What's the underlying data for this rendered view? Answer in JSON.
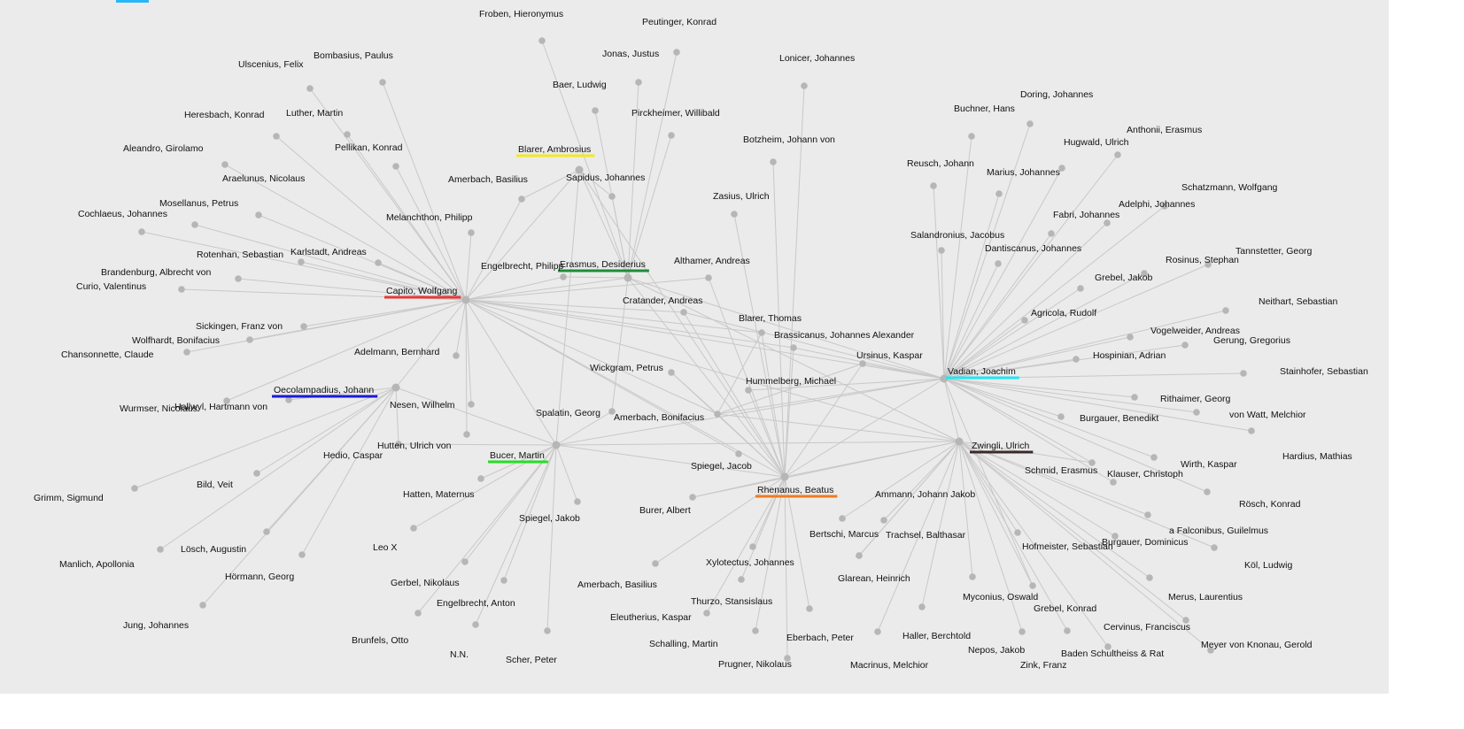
{
  "hubs": [
    {
      "id": "capito",
      "label": "Capito, Wolfgang",
      "color": "#e53935"
    },
    {
      "id": "oeco",
      "label": "Oecolampadius, Johann",
      "color": "#1a1ad6"
    },
    {
      "id": "bucer",
      "label": "Bucer, Martin",
      "color": "#22e022"
    },
    {
      "id": "blarerA",
      "label": "Blarer, Ambrosius",
      "color": "#f2ea1c"
    },
    {
      "id": "erasmus",
      "label": "Erasmus, Desiderius",
      "color": "#1e8c3a"
    },
    {
      "id": "vadian",
      "label": "Vadian, Joachim",
      "color": "#22e6f0"
    },
    {
      "id": "zwingli",
      "label": "Zwingli, Ulrich",
      "color": "#3a2a2a"
    },
    {
      "id": "rhenanus",
      "label": "Rhenanus, Beatus",
      "color": "#f07a22"
    }
  ],
  "nodes": [
    {
      "id": "froben",
      "label": "Froben, Hieronymus"
    },
    {
      "id": "peutinger",
      "label": "Peutinger, Konrad"
    },
    {
      "id": "jonas",
      "label": "Jonas, Justus"
    },
    {
      "id": "lonicer",
      "label": "Lonicer, Johannes"
    },
    {
      "id": "ulscenius",
      "label": "Ulscenius, Felix"
    },
    {
      "id": "bombasius",
      "label": "Bombasius, Paulus"
    },
    {
      "id": "baer",
      "label": "Baer, Ludwig"
    },
    {
      "id": "pirckheimer",
      "label": "Pirckheimer, Willibald"
    },
    {
      "id": "heresbach",
      "label": "Heresbach, Konrad"
    },
    {
      "id": "luther",
      "label": "Luther, Martin"
    },
    {
      "id": "pellikan",
      "label": "Pellikan, Konrad"
    },
    {
      "id": "aleandro",
      "label": "Aleandro, Girolamo"
    },
    {
      "id": "botzheim",
      "label": "Botzheim, Johann von"
    },
    {
      "id": "araelunus",
      "label": "Araelunus, Nicolaus"
    },
    {
      "id": "amerbachB1",
      "label": "Amerbach, Basilius"
    },
    {
      "id": "sapidus",
      "label": "Sapidus, Johannes"
    },
    {
      "id": "mosellanus",
      "label": "Mosellanus, Petrus"
    },
    {
      "id": "cochlaeus",
      "label": "Cochlaeus, Johannes"
    },
    {
      "id": "melanchthon",
      "label": "Melanchthon, Philipp"
    },
    {
      "id": "zasius",
      "label": "Zasius, Ulrich"
    },
    {
      "id": "rotenhan",
      "label": "Rotenhan, Sebastian"
    },
    {
      "id": "karlstadt",
      "label": "Karlstadt, Andreas"
    },
    {
      "id": "brandenburg",
      "label": "Brandenburg, Albrecht von"
    },
    {
      "id": "engelbrechtP",
      "label": "Engelbrecht, Philipp"
    },
    {
      "id": "althamer",
      "label": "Althamer, Andreas"
    },
    {
      "id": "curio",
      "label": "Curio, Valentinus"
    },
    {
      "id": "cratander",
      "label": "Cratander, Andreas"
    },
    {
      "id": "sickingen",
      "label": "Sickingen, Franz von"
    },
    {
      "id": "blarerT",
      "label": "Blarer, Thomas"
    },
    {
      "id": "wolfhardt",
      "label": "Wolfhardt, Bonifacius"
    },
    {
      "id": "brassicanus",
      "label": "Brassicanus, Johannes Alexander"
    },
    {
      "id": "chansonnette",
      "label": "Chansonnette, Claude"
    },
    {
      "id": "adelmann",
      "label": "Adelmann, Bernhard"
    },
    {
      "id": "ursinus",
      "label": "Ursinus, Kaspar"
    },
    {
      "id": "wickgram",
      "label": "Wickgram, Petrus"
    },
    {
      "id": "hummelberg",
      "label": "Hummelberg, Michael"
    },
    {
      "id": "wurmser",
      "label": "Wurmser, Nicolaus"
    },
    {
      "id": "hallwyl",
      "label": "Hallwyl, Hartmann von"
    },
    {
      "id": "nesen",
      "label": "Nesen, Wilhelm"
    },
    {
      "id": "spalatin",
      "label": "Spalatin, Georg"
    },
    {
      "id": "amerbachBon",
      "label": "Amerbach, Bonifacius"
    },
    {
      "id": "hutten",
      "label": "Hutten, Ulrich von"
    },
    {
      "id": "hedio",
      "label": "Hedio, Caspar"
    },
    {
      "id": "spiegelJac",
      "label": "Spiegel, Jacob"
    },
    {
      "id": "bild",
      "label": "Bild, Veit"
    },
    {
      "id": "grimm",
      "label": "Grimm, Sigmund"
    },
    {
      "id": "hatten",
      "label": "Hatten, Maternus"
    },
    {
      "id": "burer",
      "label": "Burer, Albert"
    },
    {
      "id": "spiegelJak",
      "label": "Spiegel, Jakob"
    },
    {
      "id": "loesch",
      "label": "Lösch, Augustin"
    },
    {
      "id": "leox",
      "label": "Leo X"
    },
    {
      "id": "manlich",
      "label": "Manlich, Apollonia"
    },
    {
      "id": "hoermann",
      "label": "Hörmann, Georg"
    },
    {
      "id": "gerbelN",
      "label": "Gerbel, Nikolaus"
    },
    {
      "id": "amerbachB2",
      "label": "Amerbach, Basilius"
    },
    {
      "id": "xylotectus",
      "label": "Xylotectus, Johannes"
    },
    {
      "id": "engelbrechtA",
      "label": "Engelbrecht, Anton"
    },
    {
      "id": "thurzo",
      "label": "Thurzo, Stansislaus"
    },
    {
      "id": "jung",
      "label": "Jung, Johannes"
    },
    {
      "id": "eleutherius",
      "label": "Eleutherius, Kaspar"
    },
    {
      "id": "brunfels",
      "label": "Brunfels, Otto"
    },
    {
      "id": "nn",
      "label": "N.N."
    },
    {
      "id": "schalling",
      "label": "Schalling, Martin"
    },
    {
      "id": "eberbach",
      "label": "Eberbach, Peter"
    },
    {
      "id": "scher",
      "label": "Scher, Peter"
    },
    {
      "id": "prugner",
      "label": "Prugner, Nikolaus"
    },
    {
      "id": "ammann",
      "label": "Ammann, Johann Jakob"
    },
    {
      "id": "bertschi",
      "label": "Bertschi, Marcus"
    },
    {
      "id": "trachsel",
      "label": "Trachsel, Balthasar"
    },
    {
      "id": "glarean",
      "label": "Glarean, Heinrich"
    },
    {
      "id": "myconius",
      "label": "Myconius, Oswald"
    },
    {
      "id": "grebelK",
      "label": "Grebel, Konrad"
    },
    {
      "id": "haller",
      "label": "Haller, Berchtold"
    },
    {
      "id": "nepos",
      "label": "Nepos, Jakob"
    },
    {
      "id": "zink",
      "label": "Zink, Franz"
    },
    {
      "id": "macrinus",
      "label": "Macrinus, Melchior"
    },
    {
      "id": "baden",
      "label": "Baden Schultheiss & Rat"
    },
    {
      "id": "cervinus",
      "label": "Cervinus, Franciscus"
    },
    {
      "id": "meyer",
      "label": "Meyer von Knonau, Gerold"
    },
    {
      "id": "merus",
      "label": "Merus, Laurentius"
    },
    {
      "id": "hofmeister",
      "label": "Hofmeister, Sebastian"
    },
    {
      "id": "burgauerD",
      "label": "Burgauer, Dominicus"
    },
    {
      "id": "falconibus",
      "label": "a Falconibus, Guilelmus"
    },
    {
      "id": "koel",
      "label": "Köl, Ludwig"
    },
    {
      "id": "schmid",
      "label": "Schmid, Erasmus"
    },
    {
      "id": "klauser",
      "label": "Klauser, Christoph"
    },
    {
      "id": "wirth",
      "label": "Wirth, Kaspar"
    },
    {
      "id": "roesch",
      "label": "Rösch, Konrad"
    },
    {
      "id": "hardius",
      "label": "Hardius, Mathias"
    },
    {
      "id": "burgauerB",
      "label": "Burgauer, Benedikt"
    },
    {
      "id": "vonwatt",
      "label": "von Watt, Melchior"
    },
    {
      "id": "rithaimer",
      "label": "Rithaimer, Georg"
    },
    {
      "id": "stainhofer",
      "label": "Stainhofer, Sebastian"
    },
    {
      "id": "hospinian",
      "label": "Hospinian, Adrian"
    },
    {
      "id": "vogelweider",
      "label": "Vogelweider, Andreas"
    },
    {
      "id": "gerung",
      "label": "Gerung, Gregorius"
    },
    {
      "id": "neithart",
      "label": "Neithart, Sebastian"
    },
    {
      "id": "agricola",
      "label": "Agricola, Rudolf"
    },
    {
      "id": "grebelJ",
      "label": "Grebel, Jakob"
    },
    {
      "id": "rosinus",
      "label": "Rosinus, Stephan"
    },
    {
      "id": "tannstetter",
      "label": "Tannstetter, Georg"
    },
    {
      "id": "dantiscanus",
      "label": "Dantiscanus, Johannes"
    },
    {
      "id": "salandronius",
      "label": "Salandronius, Jacobus"
    },
    {
      "id": "fabri",
      "label": "Fabri, Johannes"
    },
    {
      "id": "adelphi",
      "label": "Adelphi, Johannes"
    },
    {
      "id": "schatzmann",
      "label": "Schatzmann, Wolfgang"
    },
    {
      "id": "reusch",
      "label": "Reusch, Johann"
    },
    {
      "id": "marius",
      "label": "Marius, Johannes"
    },
    {
      "id": "hugwald",
      "label": "Hugwald, Ulrich"
    },
    {
      "id": "anthonii",
      "label": "Anthonii, Erasmus"
    },
    {
      "id": "buchner",
      "label": "Buchner, Hans"
    },
    {
      "id": "doring",
      "label": "Doring, Johannes"
    }
  ],
  "edges": [
    [
      "capito",
      "bombasius"
    ],
    [
      "capito",
      "ulscenius"
    ],
    [
      "capito",
      "heresbach"
    ],
    [
      "capito",
      "luther"
    ],
    [
      "capito",
      "pellikan"
    ],
    [
      "capito",
      "aleandro"
    ],
    [
      "capito",
      "araelunus"
    ],
    [
      "capito",
      "mosellanus"
    ],
    [
      "capito",
      "cochlaeus"
    ],
    [
      "capito",
      "rotenhan"
    ],
    [
      "capito",
      "karlstadt"
    ],
    [
      "capito",
      "brandenburg"
    ],
    [
      "capito",
      "curio"
    ],
    [
      "capito",
      "sickingen"
    ],
    [
      "capito",
      "wolfhardt"
    ],
    [
      "capito",
      "chansonnette"
    ],
    [
      "capito",
      "melanchthon"
    ],
    [
      "capito",
      "amerbachB1"
    ],
    [
      "capito",
      "adelmann"
    ],
    [
      "capito",
      "nesen"
    ],
    [
      "capito",
      "hutten"
    ],
    [
      "capito",
      "hallwyl"
    ],
    [
      "capito",
      "oeco"
    ],
    [
      "capito",
      "bucer"
    ],
    [
      "capito",
      "erasmus"
    ],
    [
      "capito",
      "blarerA"
    ],
    [
      "capito",
      "engelbrechtP"
    ],
    [
      "capito",
      "zwingli"
    ],
    [
      "capito",
      "vadian"
    ],
    [
      "capito",
      "blarerT"
    ],
    [
      "capito",
      "rhenanus"
    ],
    [
      "capito",
      "cratander"
    ],
    [
      "capito",
      "althamer"
    ],
    [
      "capito",
      "brassicanus"
    ],
    [
      "capito",
      "spiegelJac"
    ],
    [
      "capito",
      "amerbachBon"
    ],
    [
      "oeco",
      "wurmser"
    ],
    [
      "oeco",
      "hedio"
    ],
    [
      "oeco",
      "bild"
    ],
    [
      "oeco",
      "grimm"
    ],
    [
      "oeco",
      "loesch"
    ],
    [
      "oeco",
      "manlich"
    ],
    [
      "oeco",
      "hoermann"
    ],
    [
      "oeco",
      "jung"
    ],
    [
      "oeco",
      "bucer"
    ],
    [
      "bucer",
      "hatten"
    ],
    [
      "bucer",
      "spiegelJak"
    ],
    [
      "bucer",
      "leox"
    ],
    [
      "bucer",
      "gerbelN"
    ],
    [
      "bucer",
      "engelbrechtA"
    ],
    [
      "bucer",
      "brunfels"
    ],
    [
      "bucer",
      "nn"
    ],
    [
      "bucer",
      "scher"
    ],
    [
      "bucer",
      "spalatin"
    ],
    [
      "bucer",
      "zwingli"
    ],
    [
      "bucer",
      "vadian"
    ],
    [
      "bucer",
      "blarerA"
    ],
    [
      "bucer",
      "hedio"
    ],
    [
      "bucer",
      "rhenanus"
    ],
    [
      "erasmus",
      "froben"
    ],
    [
      "erasmus",
      "peutinger"
    ],
    [
      "erasmus",
      "jonas"
    ],
    [
      "erasmus",
      "baer"
    ],
    [
      "erasmus",
      "pirckheimer"
    ],
    [
      "erasmus",
      "sapidus"
    ],
    [
      "erasmus",
      "vadian"
    ],
    [
      "erasmus",
      "rhenanus"
    ],
    [
      "erasmus",
      "zwingli"
    ],
    [
      "erasmus",
      "spalatin"
    ],
    [
      "erasmus",
      "engelbrechtP"
    ],
    [
      "erasmus",
      "blarerA"
    ],
    [
      "blarerA",
      "sapidus"
    ],
    [
      "blarerA",
      "amerbachB1"
    ],
    [
      "blarerA",
      "rhenanus"
    ],
    [
      "rhenanus",
      "lonicer"
    ],
    [
      "rhenanus",
      "zasius"
    ],
    [
      "rhenanus",
      "botzheim"
    ],
    [
      "rhenanus",
      "blarerT"
    ],
    [
      "rhenanus",
      "hummelberg"
    ],
    [
      "rhenanus",
      "cratander"
    ],
    [
      "rhenanus",
      "wickgram"
    ],
    [
      "rhenanus",
      "burer"
    ],
    [
      "rhenanus",
      "amerbachB2"
    ],
    [
      "rhenanus",
      "xylotectus"
    ],
    [
      "rhenanus",
      "thurzo"
    ],
    [
      "rhenanus",
      "eleutherius"
    ],
    [
      "rhenanus",
      "schalling"
    ],
    [
      "rhenanus",
      "prugner"
    ],
    [
      "rhenanus",
      "eberbach"
    ],
    [
      "rhenanus",
      "vadian"
    ],
    [
      "rhenanus",
      "zwingli"
    ],
    [
      "rhenanus",
      "ursinus"
    ],
    [
      "rhenanus",
      "brassicanus"
    ],
    [
      "rhenanus",
      "amerbachBon"
    ],
    [
      "rhenanus",
      "althamer"
    ],
    [
      "zwingli",
      "ammann"
    ],
    [
      "zwingli",
      "bertschi"
    ],
    [
      "zwingli",
      "trachsel"
    ],
    [
      "zwingli",
      "glarean"
    ],
    [
      "zwingli",
      "myconius"
    ],
    [
      "zwingli",
      "grebelK"
    ],
    [
      "zwingli",
      "haller"
    ],
    [
      "zwingli",
      "nepos"
    ],
    [
      "zwingli",
      "zink"
    ],
    [
      "zwingli",
      "macrinus"
    ],
    [
      "zwingli",
      "baden"
    ],
    [
      "zwingli",
      "cervinus"
    ],
    [
      "zwingli",
      "meyer"
    ],
    [
      "zwingli",
      "merus"
    ],
    [
      "zwingli",
      "hofmeister"
    ],
    [
      "zwingli",
      "burgauerD"
    ],
    [
      "zwingli",
      "falconibus"
    ],
    [
      "zwingli",
      "koel"
    ],
    [
      "zwingli",
      "vadian"
    ],
    [
      "zwingli",
      "amerbachBon"
    ],
    [
      "zwingli",
      "burer"
    ],
    [
      "zwingli",
      "schmid"
    ],
    [
      "vadian",
      "buchner"
    ],
    [
      "vadian",
      "doring"
    ],
    [
      "vadian",
      "anthonii"
    ],
    [
      "vadian",
      "hugwald"
    ],
    [
      "vadian",
      "marius"
    ],
    [
      "vadian",
      "reusch"
    ],
    [
      "vadian",
      "schatzmann"
    ],
    [
      "vadian",
      "adelphi"
    ],
    [
      "vadian",
      "fabri"
    ],
    [
      "vadian",
      "salandronius"
    ],
    [
      "vadian",
      "dantiscanus"
    ],
    [
      "vadian",
      "tannstetter"
    ],
    [
      "vadian",
      "rosinus"
    ],
    [
      "vadian",
      "grebelJ"
    ],
    [
      "vadian",
      "agricola"
    ],
    [
      "vadian",
      "neithart"
    ],
    [
      "vadian",
      "vogelweider"
    ],
    [
      "vadian",
      "gerung"
    ],
    [
      "vadian",
      "hospinian"
    ],
    [
      "vadian",
      "stainhofer"
    ],
    [
      "vadian",
      "rithaimer"
    ],
    [
      "vadian",
      "vonwatt"
    ],
    [
      "vadian",
      "burgauerB"
    ],
    [
      "vadian",
      "hardius"
    ],
    [
      "vadian",
      "klauser"
    ],
    [
      "vadian",
      "wirth"
    ],
    [
      "vadian",
      "roesch"
    ],
    [
      "vadian",
      "schmid"
    ],
    [
      "vadian",
      "ursinus"
    ],
    [
      "vadian",
      "hummelberg"
    ],
    [
      "vadian",
      "brassicanus"
    ],
    [
      "vadian",
      "amerbachBon"
    ],
    [
      "vadian",
      "cratander"
    ],
    [
      "vadian",
      "grebelK"
    ],
    [
      "amerbachBon",
      "wickgram"
    ],
    [
      "amerbachBon",
      "blarerT"
    ],
    [
      "amerbachBon",
      "ursinus"
    ]
  ]
}
